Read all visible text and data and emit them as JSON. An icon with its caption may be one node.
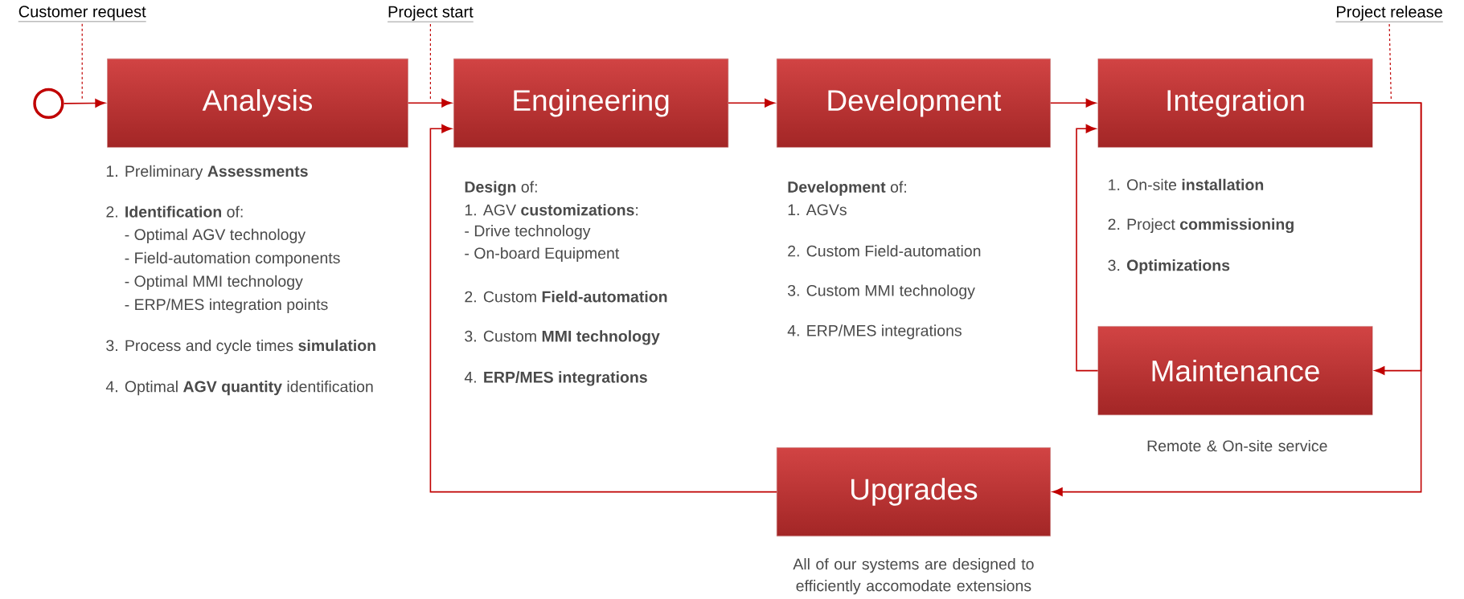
{
  "diagram": {
    "nodes": [
      {
        "text": [],
        "shape": "circle"
      },
      {
        "text": [
          "Analysis"
        ],
        "beside": [
          "1. Preliminary **Assessments**",
          "2. **Identification** of:",
          "- Optimal AGV technology",
          "- Field-automation components",
          "- Optimal MMI technology",
          "- ERP/MES integration points",
          "3. Process and cycle times **simulation**",
          "4. Optimal **AGV quantity** identification"
        ]
      },
      {
        "text": [
          "Engineering"
        ],
        "beside": [
          "**Design** of:",
          "1. AGV **customizations**:",
          "- Drive technology",
          "- On-board Equipment",
          "2. Custom **Field-automation**",
          "3. Custom **MMI technology**",
          "4. **ERP/MES integrations**"
        ]
      },
      {
        "text": [
          "Development"
        ],
        "beside": [
          "**Development** of:",
          "1. AGVs",
          "2. Custom Field-automation",
          "3. Custom MMI technology",
          "4. ERP/MES integrations"
        ]
      },
      {
        "text": [
          "Integration"
        ],
        "beside": [
          "1. On-site **installation**",
          "2. Project **commissioning**",
          "3. **Optimizations**"
        ]
      },
      {
        "text": [
          "Maintenance"
        ],
        "beside": [
          "Remote & On-site service"
        ]
      },
      {
        "text": [
          "Upgrades"
        ],
        "beside": [
          "All of our systems are designed to efficiently accomodate extensions"
        ]
      },
      {
        "text": [
          "Customer request"
        ]
      },
      {
        "text": [
          "Project start"
        ]
      },
      {
        "text": [
          "Project release"
        ]
      }
    ],
    "edges": [
      {
        "from": 0,
        "to": 1,
        "arrow": "to"
      },
      {
        "from": 1,
        "to": 2,
        "arrow": "to"
      },
      {
        "from": 2,
        "to": 3,
        "arrow": "to"
      },
      {
        "from": 3,
        "to": 4,
        "arrow": "to"
      },
      {
        "from": 4,
        "to": 5,
        "arrow": "to"
      },
      {
        "from": 4,
        "to": 6,
        "arrow": "to"
      },
      {
        "from": 5,
        "to": 4,
        "arrow": "to"
      },
      {
        "from": 6,
        "to": 2,
        "arrow": "to"
      },
      {
        "from": 7,
        "to": null,
        "arrow": "none",
        "style": "dashed"
      },
      {
        "from": 8,
        "to": null,
        "arrow": "none",
        "style": "dashed"
      },
      {
        "from": 9,
        "to": null,
        "arrow": "none",
        "style": "dashed"
      }
    ]
  }
}
